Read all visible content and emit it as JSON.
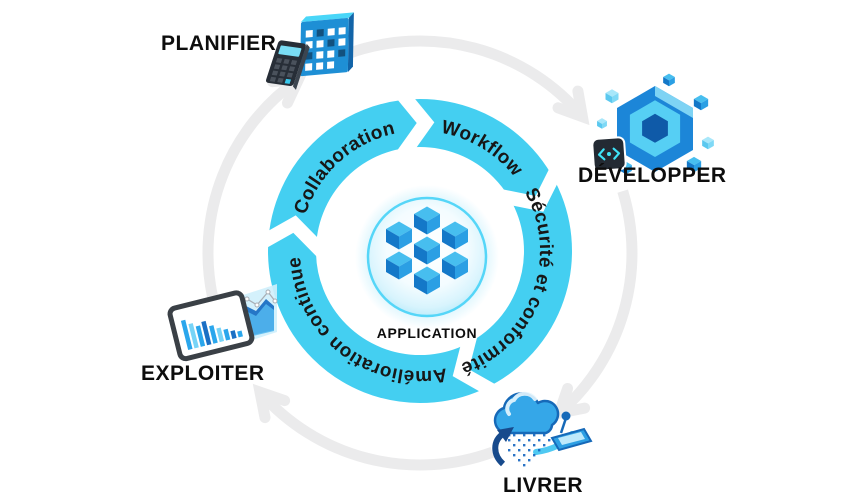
{
  "diagram": {
    "center": {
      "label": "APPLICATION",
      "icon": "cubes-cluster-icon"
    },
    "ring": {
      "color": "#44CFF1",
      "segments": [
        {
          "label": "Collaboration"
        },
        {
          "label": "Workflow"
        },
        {
          "label": "Sécurité et conformité"
        },
        {
          "label": "Amélioration continue"
        }
      ]
    },
    "stages": [
      {
        "label": "PLANIFIER",
        "icon": "calendar-calculator-icon"
      },
      {
        "label": "DÉVELOPPER",
        "icon": "code-cubes-icon"
      },
      {
        "label": "LIVRER",
        "icon": "cloud-deploy-icon"
      },
      {
        "label": "EXPLOITER",
        "icon": "analytics-dashboard-icon"
      }
    ],
    "colors": {
      "outer_cycle": "#EBEBEC",
      "ring": "#44CFF1",
      "label_text": "#0d0d0d",
      "cube_top": "#47BEEF",
      "cube_left": "#1478C8",
      "cube_right": "#2B9FE4"
    }
  }
}
